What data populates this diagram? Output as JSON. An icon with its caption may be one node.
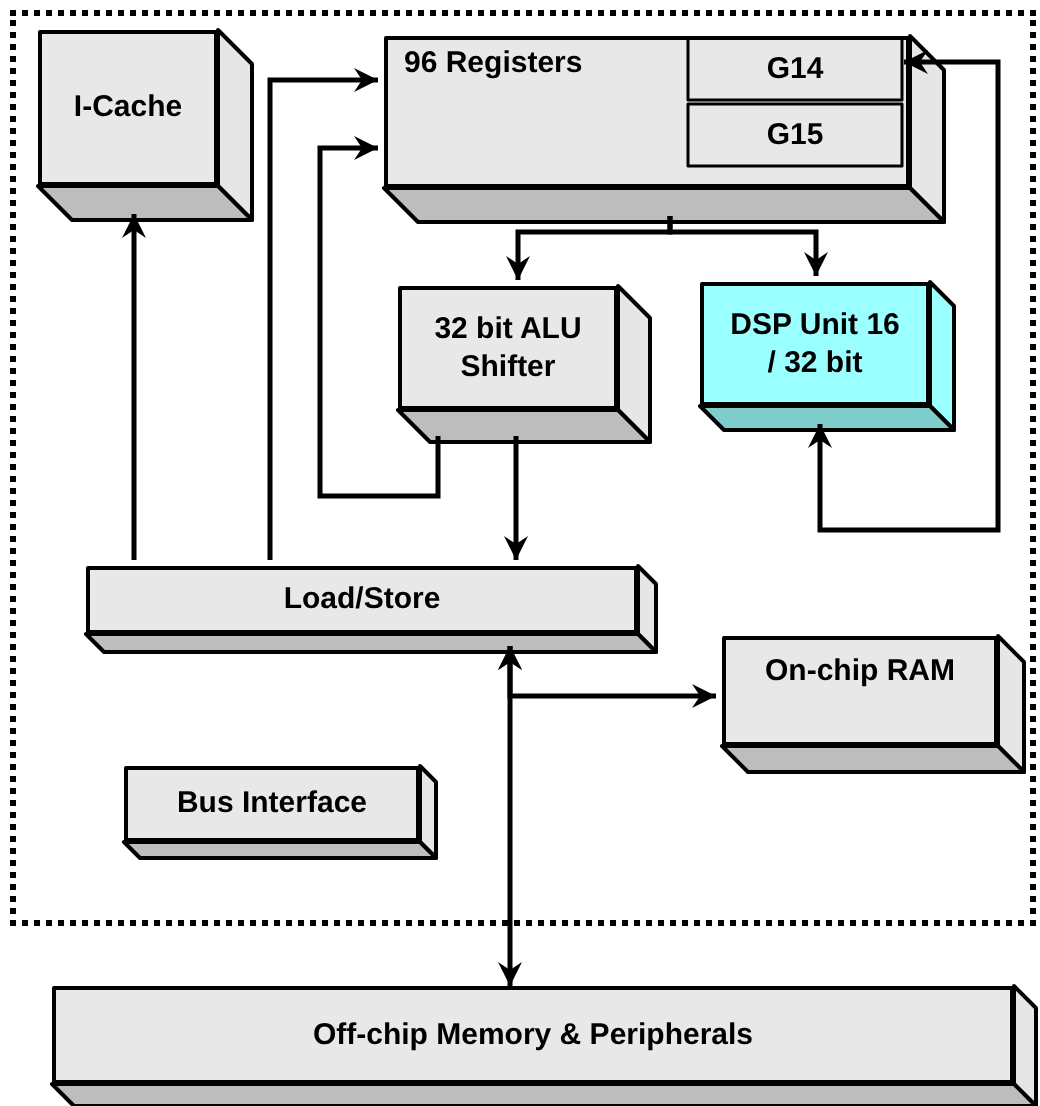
{
  "diagram": {
    "nodes": [
      {
        "text": [],
        "shape": "box"
      },
      {
        "text": [
          "I-Cache"
        ],
        "in": 0
      },
      {
        "text": [
          "96 Registers"
        ],
        "in": 0
      },
      {
        "text": [
          "G14"
        ],
        "in": 2
      },
      {
        "text": [
          "G15"
        ],
        "in": 2
      },
      {
        "text": [
          "32 bit ALU Shifter"
        ],
        "in": 0
      },
      {
        "text": [
          "DSP Unit 16 / 32 bit"
        ],
        "in": 0
      },
      {
        "text": [
          "Load/Store"
        ],
        "in": 0
      },
      {
        "text": [
          "On-chip RAM"
        ],
        "in": 0
      },
      {
        "text": [
          "Bus Interface"
        ],
        "in": 0
      },
      {
        "text": [
          "Off-chip Memory & Peripherals"
        ]
      }
    ],
    "edges": [
      {
        "from": 7,
        "to": 1,
        "arrow": "to"
      },
      {
        "from": 7,
        "to": 2,
        "arrow": "to"
      },
      {
        "from": 5,
        "to": 2,
        "arrow": "to"
      },
      {
        "from": 2,
        "to": 5,
        "arrow": "to"
      },
      {
        "from": 2,
        "to": 6,
        "arrow": "to"
      },
      {
        "from": 5,
        "to": 7,
        "arrow": "to"
      },
      {
        "from": 3,
        "to": 6,
        "arrow": "both"
      },
      {
        "from": 7,
        "to": 10,
        "arrow": "both"
      },
      {
        "from": 7,
        "to": 8,
        "arrow": "both"
      }
    ]
  }
}
